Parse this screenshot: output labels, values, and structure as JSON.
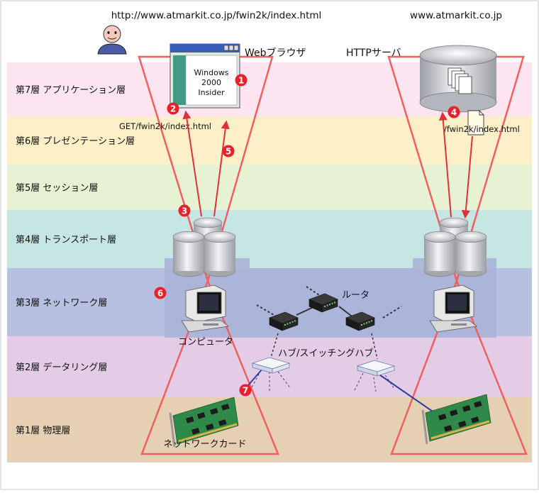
{
  "top": {
    "client_url": "http://www.atmarkit.co.jp/fwin2k/index.html",
    "server_host": "www.atmarkit.co.jp"
  },
  "layers": [
    {
      "label": "第7層 アプリケーション層",
      "color": "#fce4f0"
    },
    {
      "label": "第6層 プレゼンテーション層",
      "color": "#fdefc8"
    },
    {
      "label": "第5層 セッション層",
      "color": "#e6f2d2"
    },
    {
      "label": "第4層 トランスポート層",
      "color": "#c5e6e2"
    },
    {
      "label": "第3層 ネットワーク層",
      "color": "#b7c0e0"
    },
    {
      "label": "第2層 データリング層",
      "color": "#e5cce6"
    },
    {
      "label": "第1層 物理層",
      "color": "#e6d0b4"
    }
  ],
  "labels": {
    "web_browser": "Webブラウザ",
    "http_server": "HTTPサーバ",
    "browser_window_text": [
      "Windows",
      "2000",
      "Insider"
    ],
    "get_request": "GET/fwin2k/index.html",
    "server_path": "/fwin2k/index.html",
    "router": "ルータ",
    "computer": "コンピュータ",
    "hub": "ハブ/スイッチングハブ",
    "network_card": "ネットワークカード"
  },
  "markers": [
    "1",
    "2",
    "3",
    "4",
    "5",
    "6",
    "7"
  ],
  "colors": {
    "triangle": "#f06060",
    "arrow": "#e0303a",
    "marker": "#e8202a",
    "network_panel": "#aab4d8",
    "cable": "#3040a0"
  }
}
